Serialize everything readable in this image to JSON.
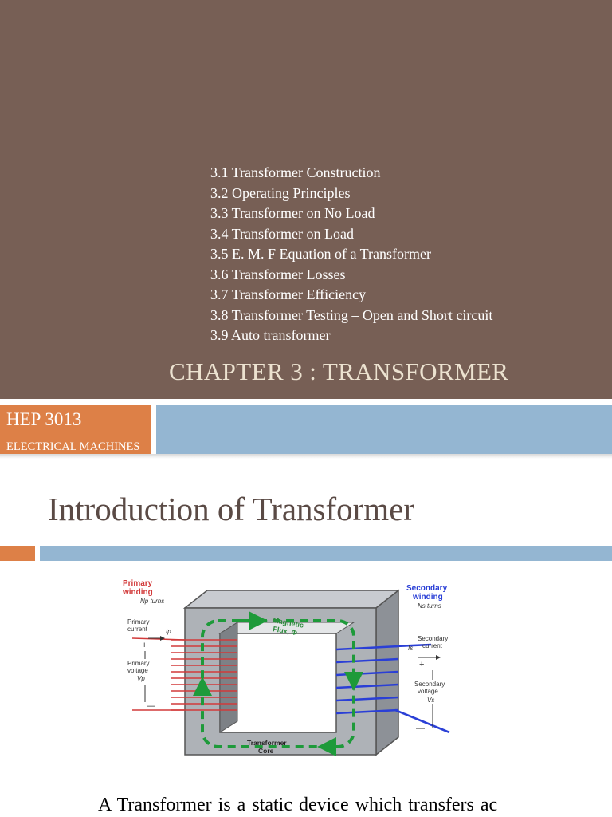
{
  "slide1": {
    "toc": [
      "3.1 Transformer Construction",
      "3.2 Operating Principles",
      "3.3 Transformer on No Load",
      "3.4 Transformer on Load",
      "3.5 E. M. F Equation of a Transformer",
      "3.6 Transformer Losses",
      "3.7 Transformer Efficiency",
      "3.8 Transformer Testing – Open  and Short circuit",
      "3.9 Auto transformer"
    ],
    "chapter_title": "CHAPTER 3 : TRANSFORMER",
    "course_code": "HEP 3013",
    "course_name": "ELECTRICAL MACHINES",
    "colors": {
      "background": "#775f55",
      "accent": "#dd8047",
      "bar": "#94b6d2"
    }
  },
  "slide2": {
    "title": "Introduction of Transformer",
    "body": "A Transformer is a static device which transfers ac",
    "diagram": {
      "primary_winding": [
        "Primary",
        "winding"
      ],
      "primary_turns": "Np turns",
      "primary_current": [
        "Primary",
        "current"
      ],
      "primary_current_symbol": "Ip",
      "primary_voltage": [
        "Primary",
        "voltage"
      ],
      "primary_voltage_symbol": "Vp",
      "secondary_winding": [
        "Secondary",
        "winding"
      ],
      "secondary_turns": "Ns turns",
      "secondary_current": [
        "Secondary",
        "current"
      ],
      "secondary_current_symbol": "Is",
      "secondary_voltage": [
        "Secondary",
        "voltage"
      ],
      "secondary_voltage_symbol": "Vs",
      "magnetic_flux": [
        "Magnetic",
        "Flux, Φ"
      ],
      "core_label": [
        "Transformer",
        "Core"
      ],
      "plus": "+",
      "minus": "—"
    }
  }
}
